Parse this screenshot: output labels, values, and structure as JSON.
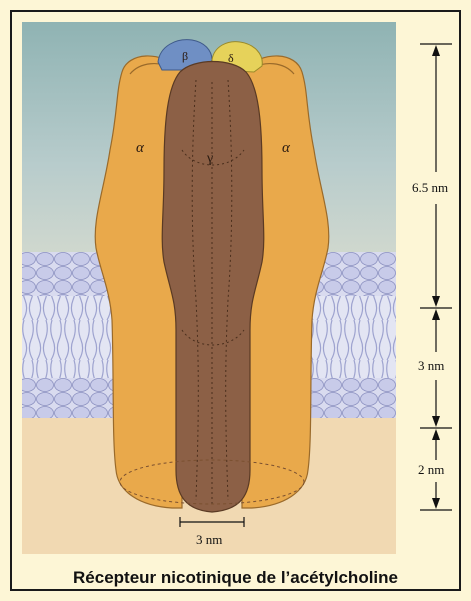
{
  "subunits": {
    "alpha_left": "α",
    "alpha_right": "α",
    "gamma": "γ",
    "beta": "β",
    "delta": "δ"
  },
  "dimensions": {
    "height_top": "6.5 nm",
    "height_middle": "3 nm",
    "height_bottom": "2 nm",
    "width_pore": "3 nm"
  },
  "caption": "Récepteur nicotinique de l’acétylcholine",
  "colors": {
    "top_background": "#9fc0bf",
    "bottom_background": "#f2d9b0",
    "alpha_subunit": "#e9a94b",
    "gamma_subunit": "#8c6046",
    "beta_subunit": "#6f8fc4",
    "delta_subunit": "#e6d25a",
    "membrane": "#c9ccea"
  }
}
